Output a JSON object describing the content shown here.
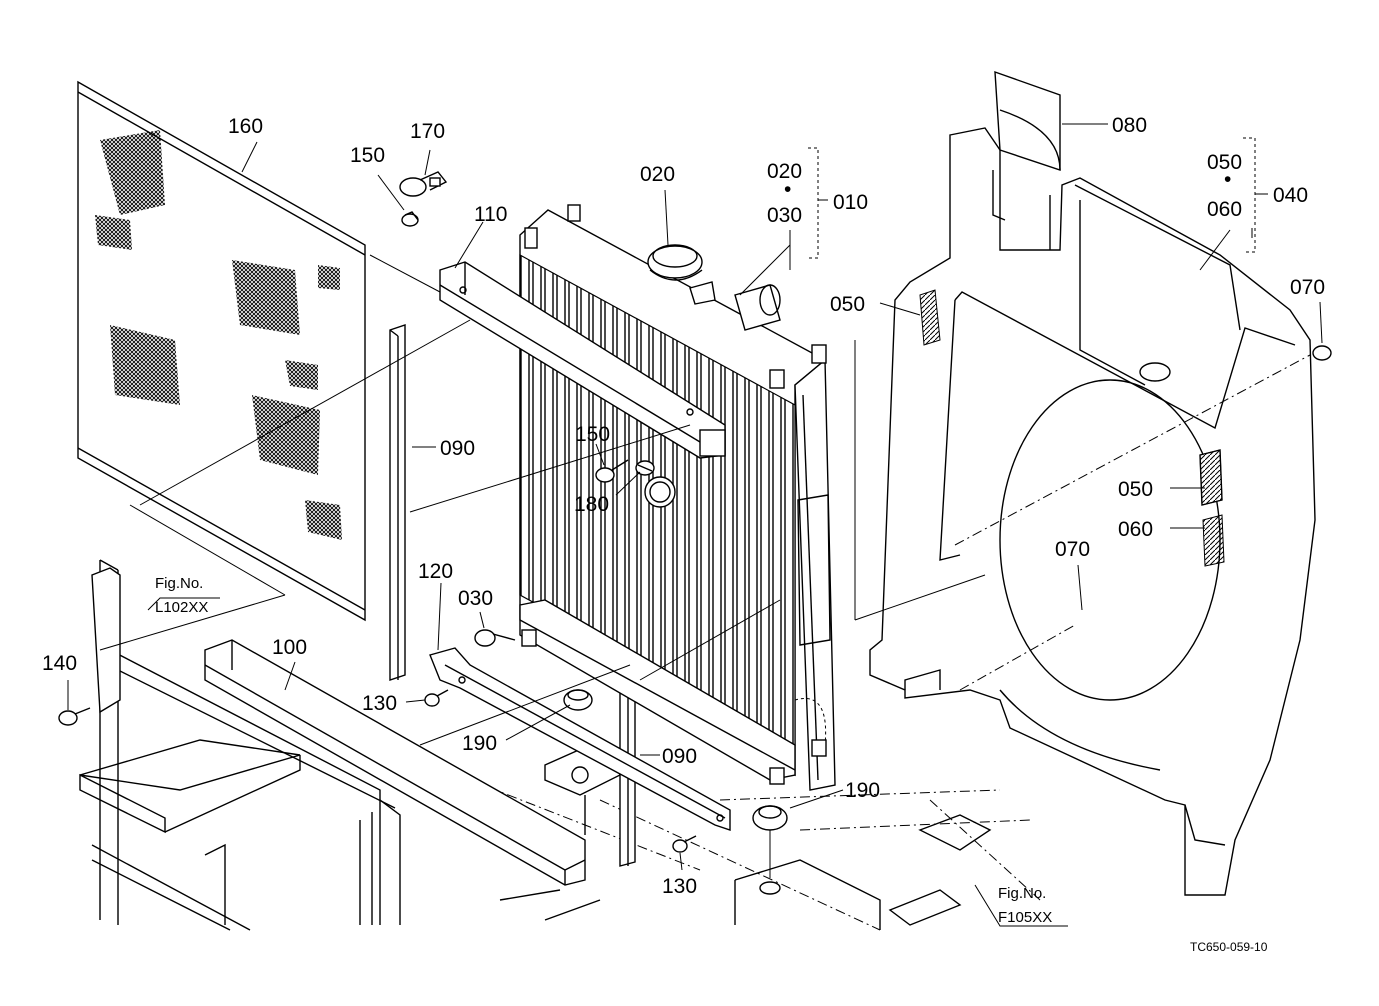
{
  "drawing": {
    "title": "",
    "drawing_id": "TC650-059-10"
  },
  "callouts": {
    "c160": "160",
    "c170": "170",
    "c150_top": "150",
    "c110": "110",
    "c020": "020",
    "c020_group": "020",
    "c030_group": "030",
    "c010": "010",
    "c080": "080",
    "c050_group": "050",
    "c060_group": "060",
    "c040": "040",
    "c070_right": "070",
    "c050_left": "050",
    "c090_left": "090",
    "c150_mid": "150",
    "c180": "180",
    "c050_right": "050",
    "c060_right": "060",
    "c070_mid": "070",
    "c120": "120",
    "c030": "030",
    "c140": "140",
    "c100": "100",
    "c130_left": "130",
    "c190_left": "190",
    "c090_right": "090",
    "c190_right": "190",
    "c130_bottom": "130",
    "dot_010": "•",
    "dot_040": "•"
  },
  "figure_refs": {
    "left": {
      "label": "Fig.No.",
      "code": "L102XX"
    },
    "right": {
      "label": "Fig.No.",
      "code": "F105XX"
    }
  }
}
